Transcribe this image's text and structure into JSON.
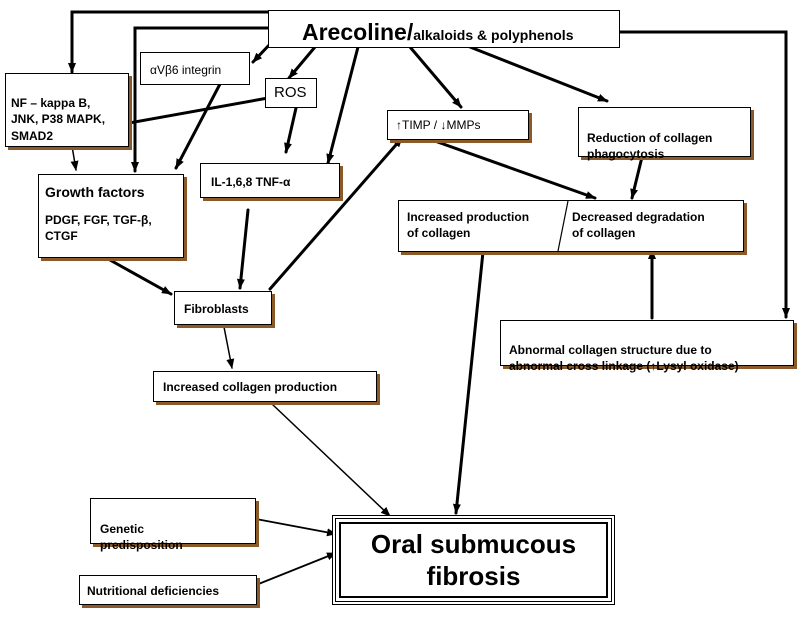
{
  "top": {
    "main": "Arecoline/",
    "sub": "alkaloids & polyphenols"
  },
  "nodes": {
    "nf_kappa": "NF – kappa B,\nJNK, P38 MAPK,\nSMAD2",
    "integrin": "αVβ6 integrin",
    "ros": "ROS",
    "timp": "↑TIMP / ↓MMPs",
    "reduction": "Reduction of collagen\nphagocytosis",
    "growth_title": "Growth factors",
    "growth_list": "PDGF, FGF, TGF-β,\nCTGF",
    "il": "IL-1,6,8  TNF-α",
    "inc_prod": "Increased production\nof collagen",
    "dec_deg": "Decreased degradation\nof collagen",
    "fibroblasts": "Fibroblasts",
    "inc_coll": "Increased collagen production",
    "abnormal": "Abnormal collagen structure due to\nabnormal cross linkage (↑Lysyl oxidase)",
    "genetic": "Genetic\npredisposition",
    "nutritional": "Nutritional deficiencies",
    "osf": "Oral submucous\nfibrosis"
  }
}
